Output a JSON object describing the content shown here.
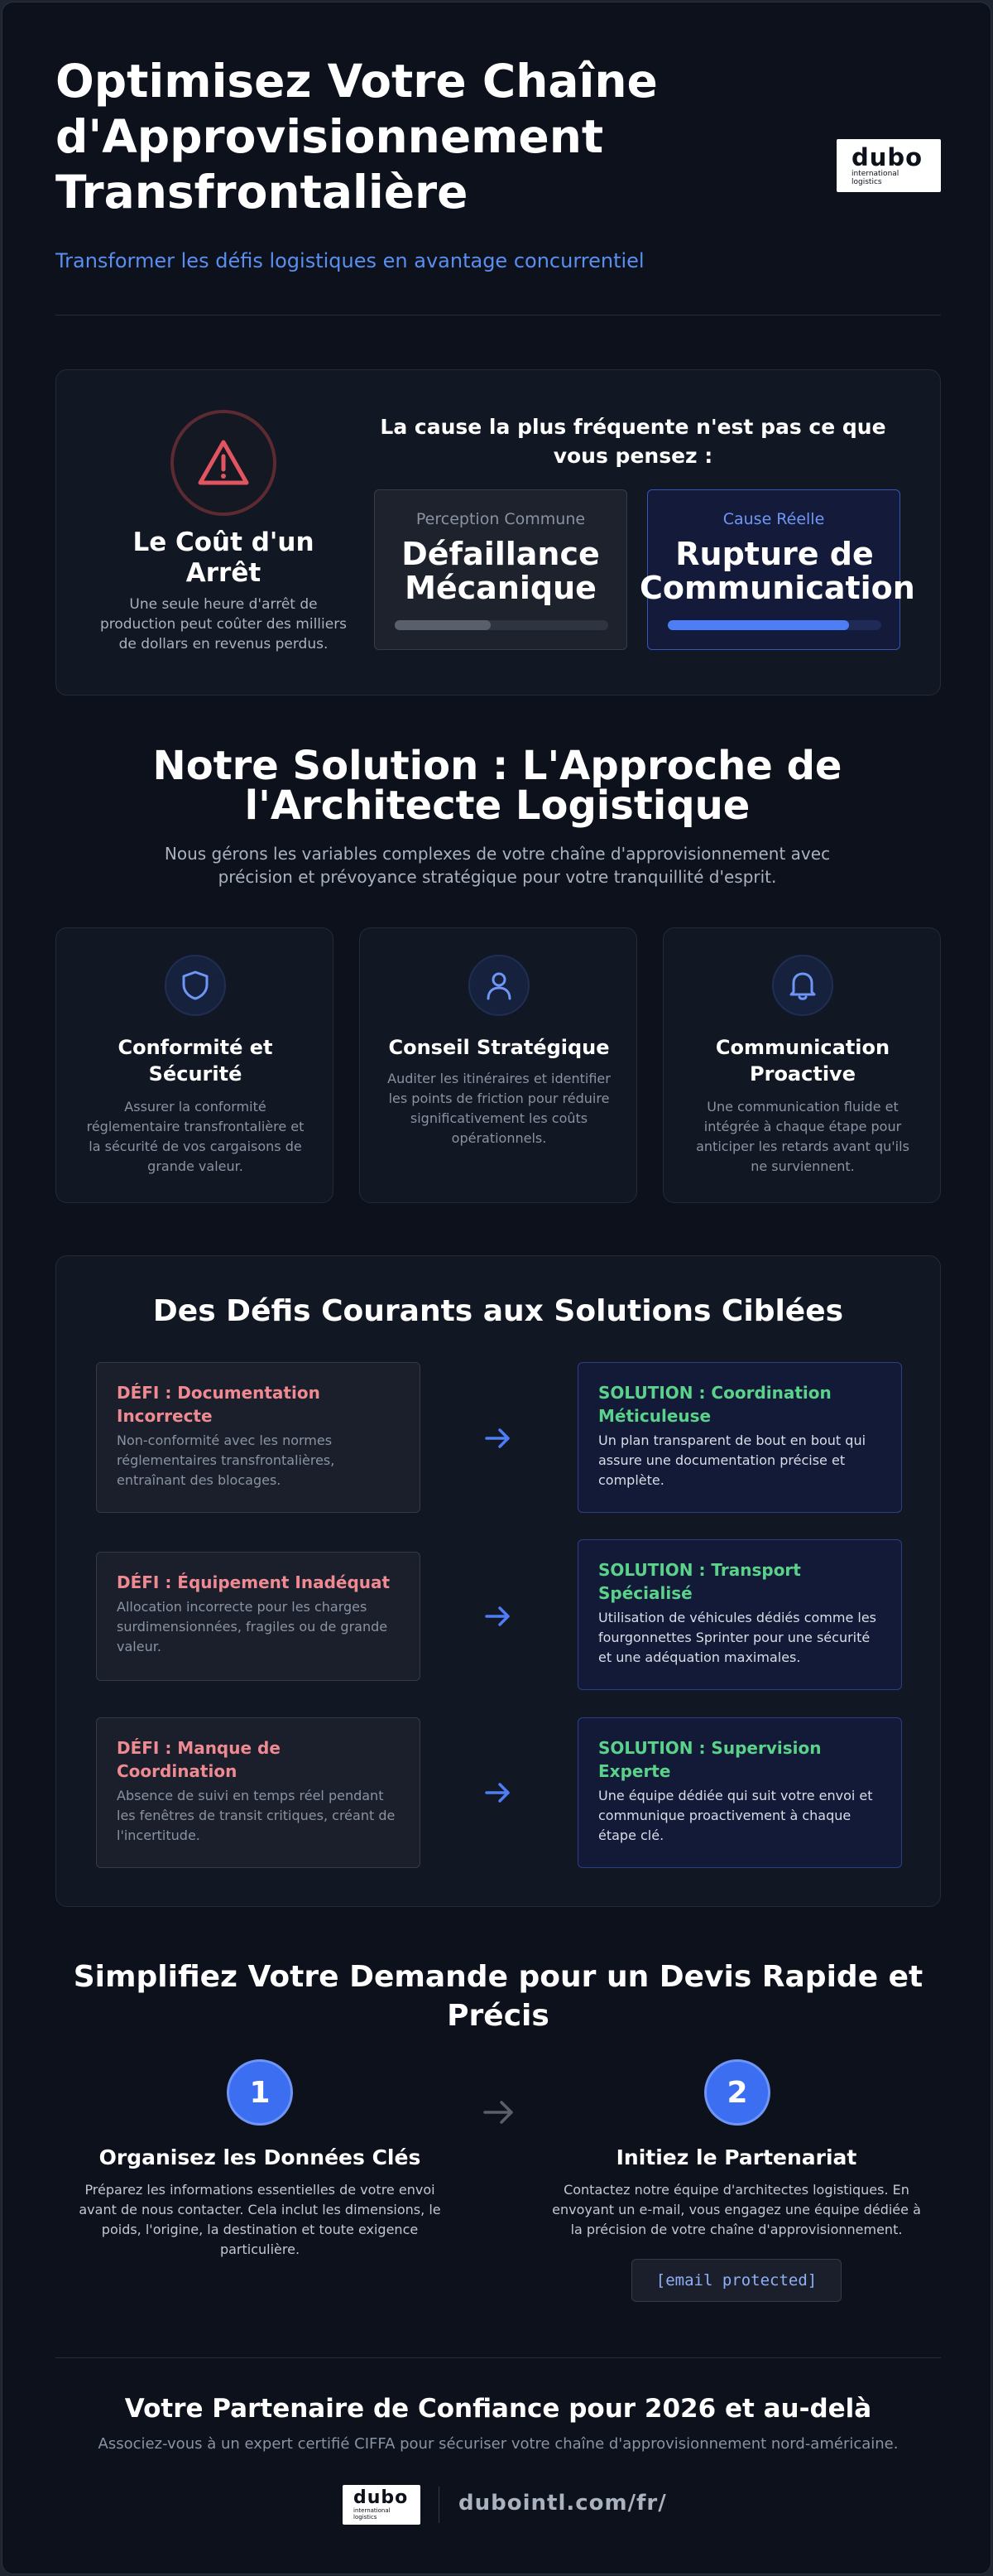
{
  "header": {
    "title": "Optimisez Votre Chaîne d'Approvisionnement Transfrontalière",
    "subtitle": "Transformer les défis logistiques en avantage concurrentiel",
    "logo": {
      "word": "dubo",
      "line1": "international",
      "line2": "logistics"
    }
  },
  "cost": {
    "title": "Le Coût d'un Arrêt",
    "text": "Une seule heure d'arrêt de production peut coûter des milliers de dollars en revenus perdus.",
    "cause_title": "La cause la plus fréquente n'est pas ce que vous pensez :",
    "common": {
      "label": "Perception Commune",
      "value": "Défaillance Mécanique",
      "bar_percent": 45
    },
    "real": {
      "label": "Cause Réelle",
      "value": "Rupture de Communication",
      "bar_percent": 85
    },
    "colors": {
      "warning": "#e0555f",
      "common_bar": "#5a606b",
      "real_bar": "#4d7ef5"
    }
  },
  "solution": {
    "title": "Notre Solution : L'Approche de l'Architecte Logistique",
    "lead": "Nous gérons les variables complexes de votre chaîne d'approvisionnement avec précision et prévoyance stratégique pour votre tranquillité d'esprit.",
    "cards": [
      {
        "icon": "shield-icon",
        "title": "Conformité et Sécurité",
        "text": "Assurer la conformité réglementaire transfrontalière et la sécurité de vos cargaisons de grande valeur."
      },
      {
        "icon": "user-icon",
        "title": "Conseil Stratégique",
        "text": "Auditer les itinéraires et identifier les points de friction pour réduire significativement les coûts opérationnels."
      },
      {
        "icon": "bell-icon",
        "title": "Communication Proactive",
        "text": "Une communication fluide et intégrée à chaque étape pour anticiper les retards avant qu'ils ne surviennent."
      }
    ]
  },
  "challenges": {
    "title": "Des Défis Courants aux Solutions Ciblées",
    "rows": [
      {
        "defi_title": "DÉFI : Documentation Incorrecte",
        "defi_text": "Non-conformité avec les normes réglementaires transfrontalières, entraînant des blocages.",
        "sol_title": "SOLUTION : Coordination Méticuleuse",
        "sol_text": "Un plan transparent de bout en bout qui assure une documentation précise et complète."
      },
      {
        "defi_title": "DÉFI : Équipement Inadéquat",
        "defi_text": "Allocation incorrecte pour les charges surdimensionnées, fragiles ou de grande valeur.",
        "sol_title": "SOLUTION : Transport Spécialisé",
        "sol_text": "Utilisation de véhicules dédiés comme les fourgonnettes Sprinter pour une sécurité et une adéquation maximales."
      },
      {
        "defi_title": "DÉFI : Manque de Coordination",
        "defi_text": "Absence de suivi en temps réel pendant les fenêtres de transit critiques, créant de l'incertitude.",
        "sol_title": "SOLUTION : Supervision Experte",
        "sol_text": "Une équipe dédiée qui suit votre envoi et communique proactivement à chaque étape clé."
      }
    ]
  },
  "steps": {
    "title": "Simplifiez Votre Demande pour un Devis Rapide et Précis",
    "items": [
      {
        "num": "1",
        "title": "Organisez les Données Clés",
        "text": "Préparez les informations essentielles de votre envoi avant de nous contacter. Cela inclut les dimensions, le poids, l'origine, la destination et toute exigence particulière."
      },
      {
        "num": "2",
        "title": "Initiez le Partenariat",
        "text": "Contactez notre équipe d'architectes logistiques. En envoyant un e-mail, vous engagez une équipe dédiée à la précision de votre chaîne d'approvisionnement."
      }
    ],
    "email": "[email protected]"
  },
  "footer": {
    "title": "Votre Partenaire de Confiance pour 2026 et au-delà",
    "subtitle": "Associez-vous à un expert certifié CIFFA pour sécuriser votre chaîne d'approvisionnement nord-américaine.",
    "url": "dubointl.com/fr/"
  }
}
